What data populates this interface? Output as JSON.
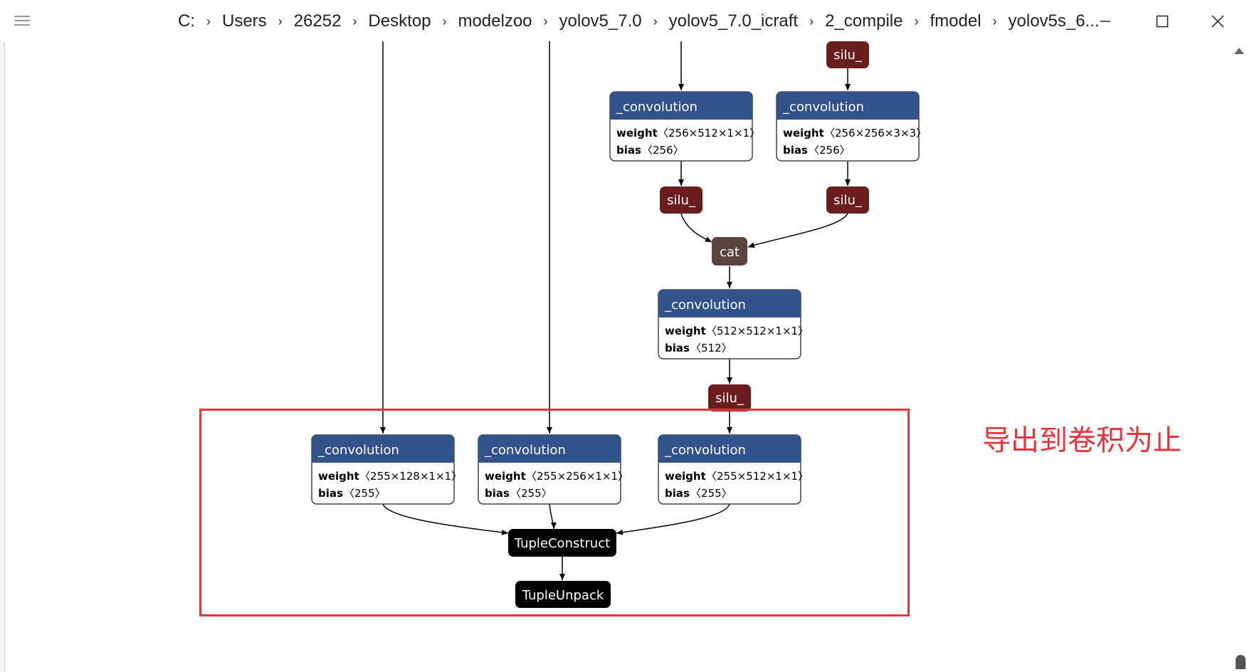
{
  "breadcrumbs": [
    "C:",
    "Users",
    "26252",
    "Desktop",
    "modelzoo",
    "yolov5_7.0",
    "yolov5_7.0_icraft",
    "2_compile",
    "fmodel",
    "yolov5s_6..."
  ],
  "window_controls": {
    "minimize": "─",
    "maximize": "☐",
    "close": "✕"
  },
  "graph": {
    "nodes": {
      "silu_top": "silu_",
      "conv1": {
        "title": "_convolution",
        "attr1_key": "weight",
        "attr1_val": "〈256×512×1×1〉",
        "attr2_key": "bias",
        "attr2_val": "〈256〉"
      },
      "conv2": {
        "title": "_convolution",
        "attr1_key": "weight",
        "attr1_val": "〈256×256×3×3〉",
        "attr2_key": "bias",
        "attr2_val": "〈256〉"
      },
      "silu_a": "silu_",
      "silu_b": "silu_",
      "cat": "cat",
      "conv3": {
        "title": "_convolution",
        "attr1_key": "weight",
        "attr1_val": "〈512×512×1×1〉",
        "attr2_key": "bias",
        "attr2_val": "〈512〉"
      },
      "silu_c": "silu_",
      "conv_out1": {
        "title": "_convolution",
        "attr1_key": "weight",
        "attr1_val": "〈255×128×1×1〉",
        "attr2_key": "bias",
        "attr2_val": "〈255〉"
      },
      "conv_out2": {
        "title": "_convolution",
        "attr1_key": "weight",
        "attr1_val": "〈255×256×1×1〉",
        "attr2_key": "bias",
        "attr2_val": "〈255〉"
      },
      "conv_out3": {
        "title": "_convolution",
        "attr1_key": "weight",
        "attr1_val": "〈255×512×1×1〉",
        "attr2_key": "bias",
        "attr2_val": "〈255〉"
      },
      "tuple_construct": "TupleConstruct",
      "tuple_unpack": "TupleUnpack"
    }
  },
  "annotation": "导出到卷积为止",
  "colors": {
    "conv_header": "#31528a",
    "silu": "#6b1d1d",
    "cat": "#5a4440",
    "tuple": "#000000",
    "highlight": "#e8333a"
  }
}
